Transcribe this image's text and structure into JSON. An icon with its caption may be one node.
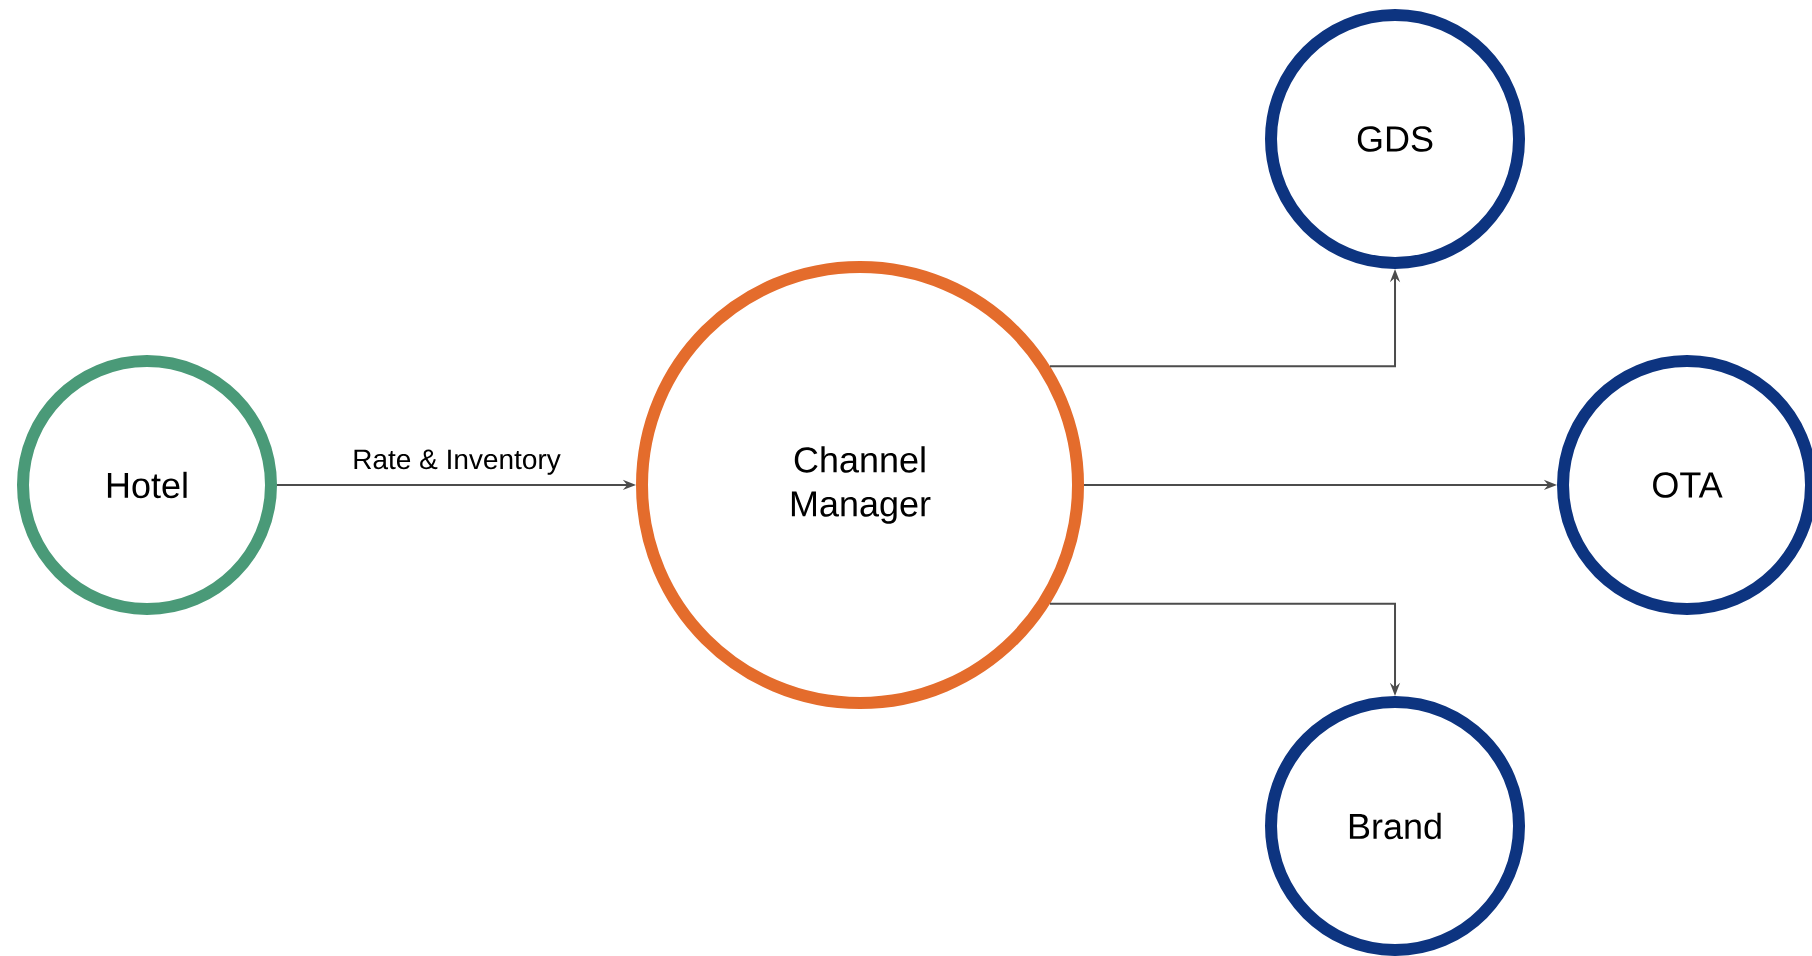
{
  "diagram": {
    "nodes": [
      {
        "text": [
          "Hotel"
        ]
      },
      {
        "text": [
          "Channel Manager"
        ]
      },
      {
        "text": [
          "GDS"
        ]
      },
      {
        "text": [
          "OTA"
        ]
      },
      {
        "text": [
          "Brand"
        ]
      }
    ],
    "edges": [
      {
        "from": 0,
        "to": 1,
        "arrow": "to",
        "label": "Rate & Inventory"
      },
      {
        "from": 1,
        "to": 2,
        "arrow": "to"
      },
      {
        "from": 1,
        "to": 3,
        "arrow": "to"
      },
      {
        "from": 1,
        "to": 4,
        "arrow": "to"
      }
    ]
  }
}
